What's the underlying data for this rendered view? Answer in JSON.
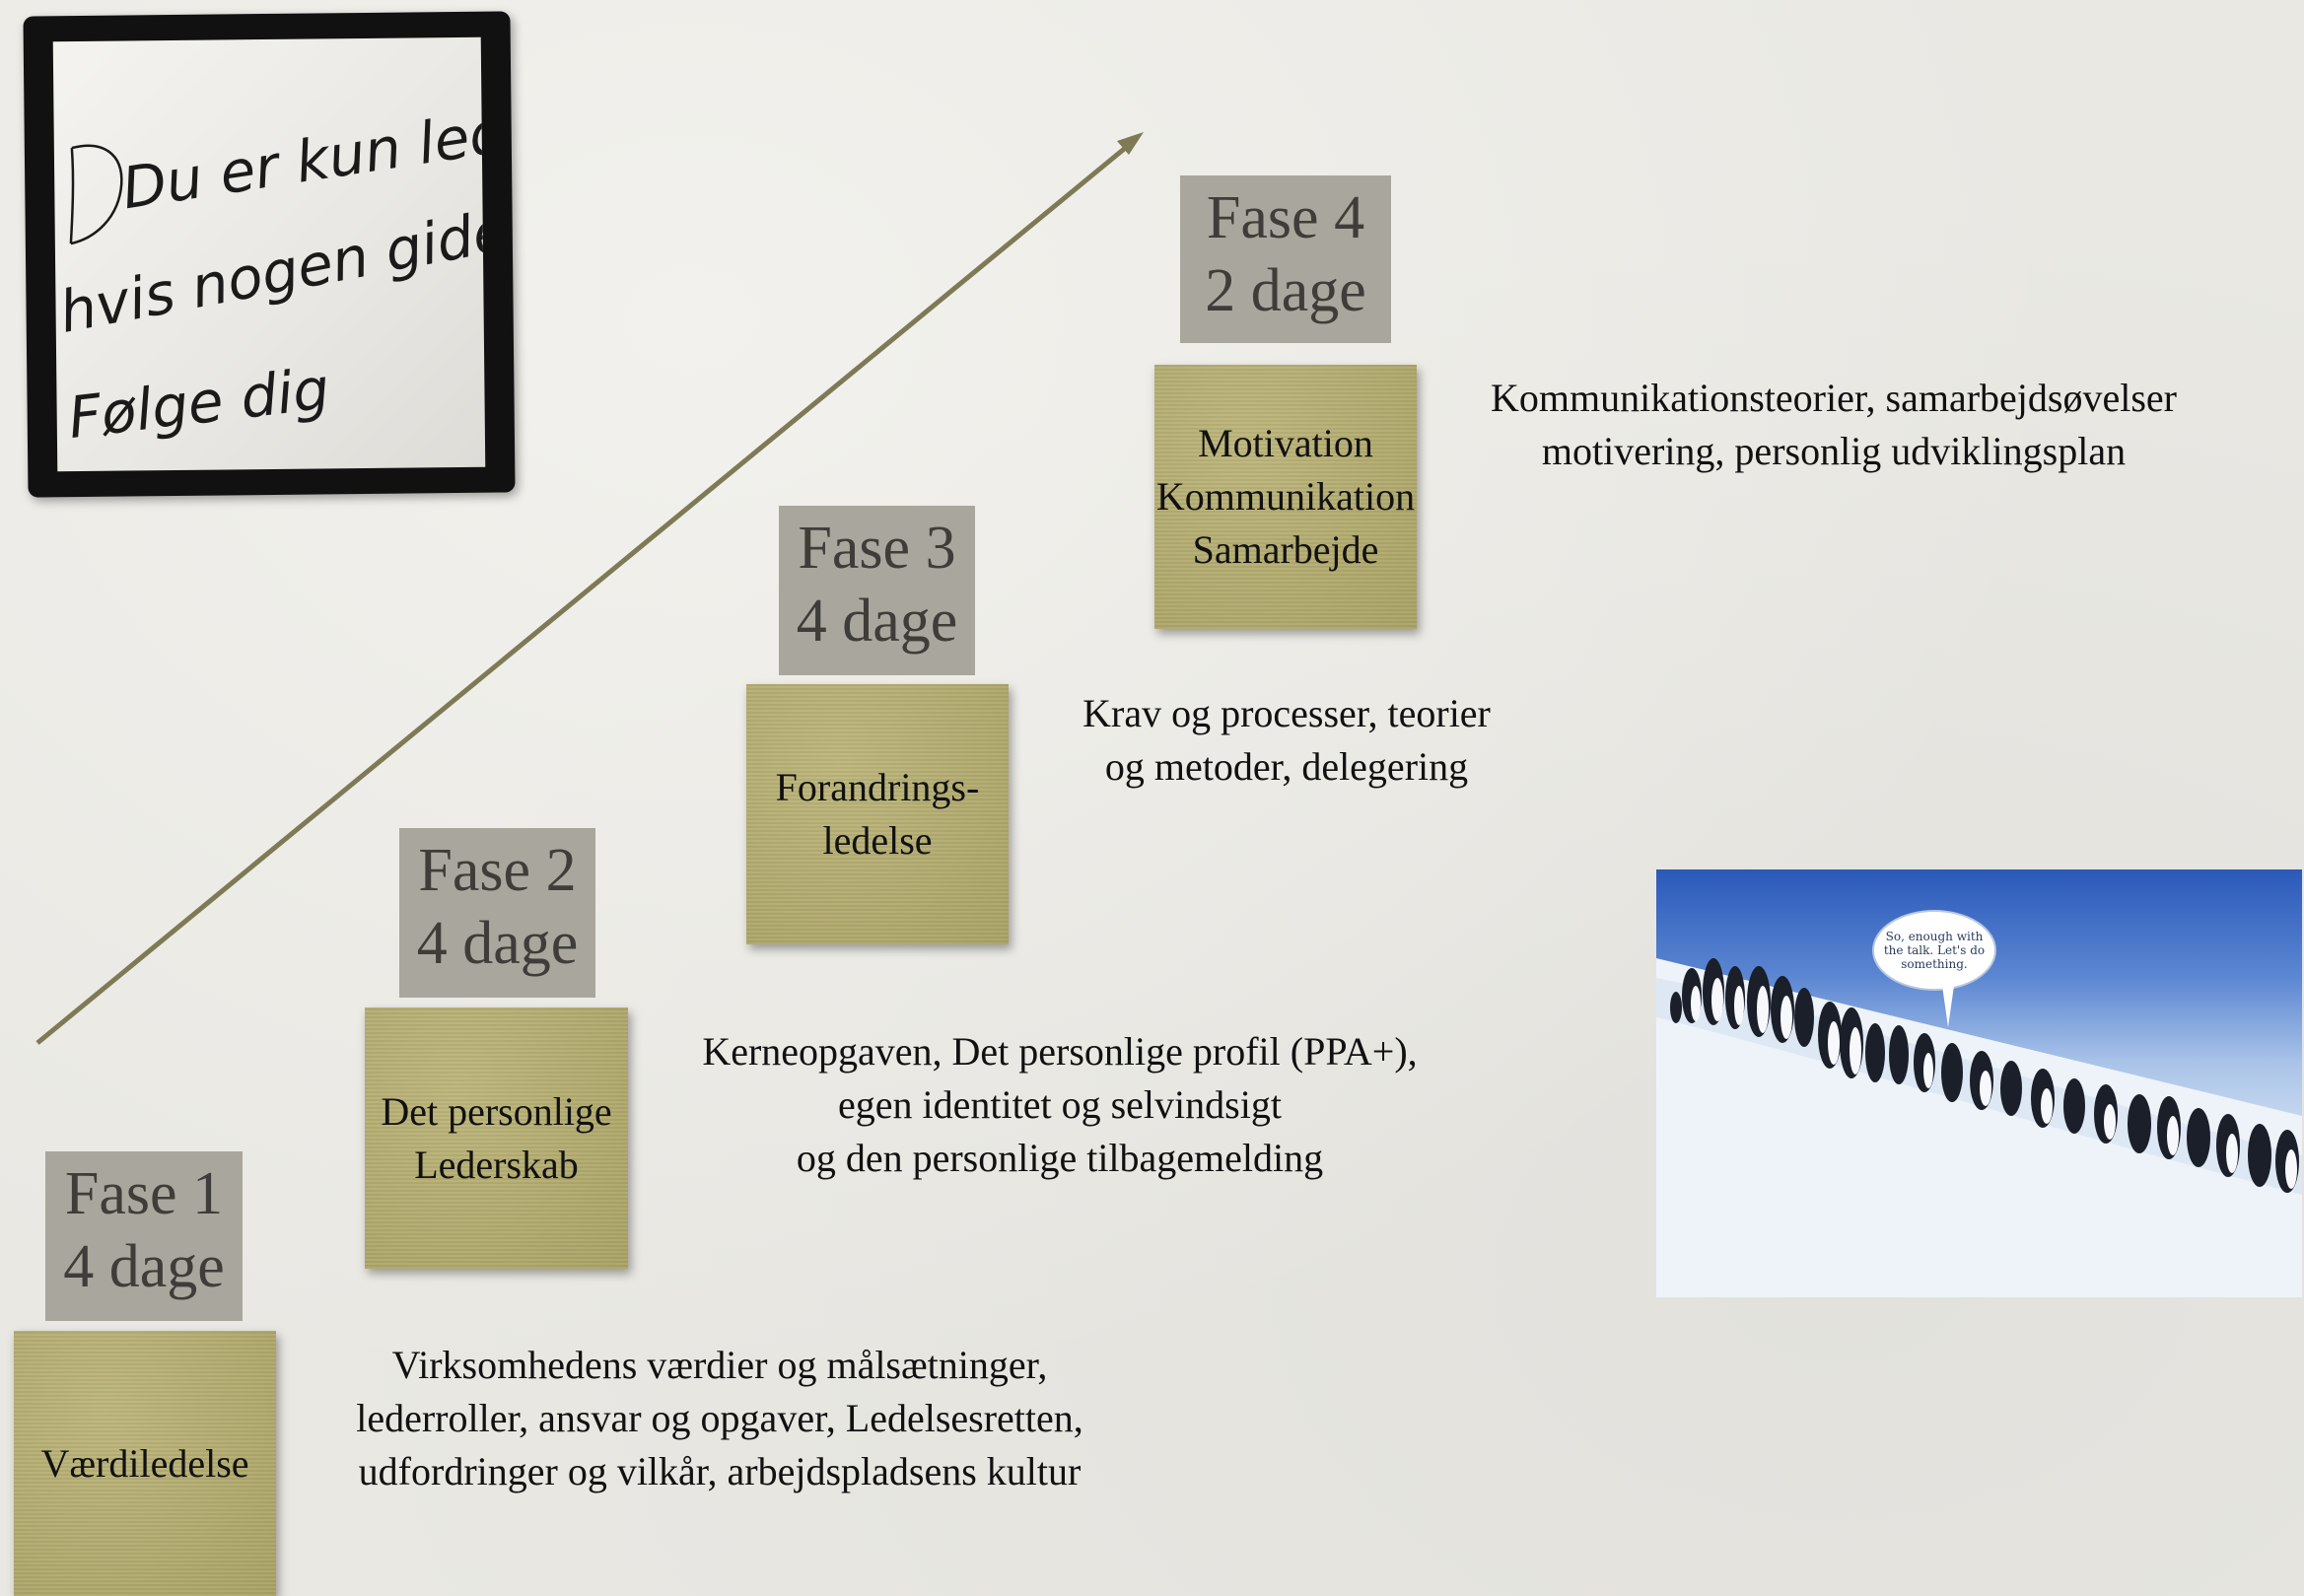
{
  "quote": {
    "lines": [
      "Du er kun leder",
      "hvis nogen gider at",
      "Følge dig"
    ]
  },
  "phases": [
    {
      "title": "Fase 1",
      "days": "4 dage",
      "note": [
        "Værdiledelse"
      ],
      "description": [
        "Virksomhedens værdier og målsætninger,",
        "lederroller, ansvar og opgaver, Ledelsesretten,",
        "udfordringer og vilkår, arbejdspladsens kultur"
      ]
    },
    {
      "title": "Fase 2",
      "days": "4 dage",
      "note": [
        "Det personlige",
        "Lederskab"
      ],
      "description": [
        "Kerneopgaven, Det personlige profil (PPA+),",
        "egen identitet og selvindsigt",
        "og den personlige tilbagemelding"
      ]
    },
    {
      "title": "Fase 3",
      "days": "4 dage",
      "note": [
        "Forandrings-",
        "ledelse"
      ],
      "description": [
        "Krav og processer, teorier",
        "og metoder, delegering"
      ]
    },
    {
      "title": "Fase 4",
      "days": "2 dage",
      "note": [
        "Motivation",
        "Kommunikation",
        "Samarbejde"
      ],
      "description": [
        "Kommunikationsteorier, samarbejdsøvelser",
        "motivering, personlig udviklingsplan"
      ]
    }
  ],
  "image": {
    "speech_bubble": [
      "So, enough with",
      "the talk. Let's do",
      "something."
    ]
  },
  "colors": {
    "phase_label_bg": "#a9a69d",
    "note_bg": "#b2ab6f",
    "arrow": "#7d7a55"
  }
}
